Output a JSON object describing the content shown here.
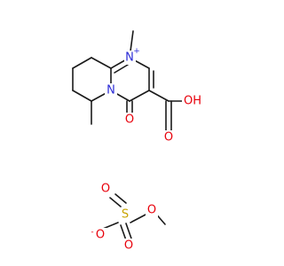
{
  "molecule": {
    "atoms": {
      "n_ring_cation": {
        "symbol": "N",
        "charge": "+"
      },
      "n_ring_bridge": {
        "symbol": "N"
      },
      "o_keto": {
        "symbol": "O"
      },
      "o_carbonyl": {
        "symbol": "O"
      },
      "oh_acid": {
        "symbol": "OH"
      },
      "s_sulfate": {
        "symbol": "S"
      },
      "o_sulfate_top": {
        "symbol": "O"
      },
      "o_sulfate_bottom": {
        "symbol": "O"
      },
      "o_sulfate_anion": {
        "symbol": "O",
        "charge": "-"
      },
      "o_sulfate_ester": {
        "symbol": "O"
      }
    }
  },
  "colors": {
    "carbon_bond": "#1a1a1a",
    "nitrogen": "#2b2bd6",
    "oxygen": "#e8000b",
    "sulfur": "#c8a400"
  }
}
